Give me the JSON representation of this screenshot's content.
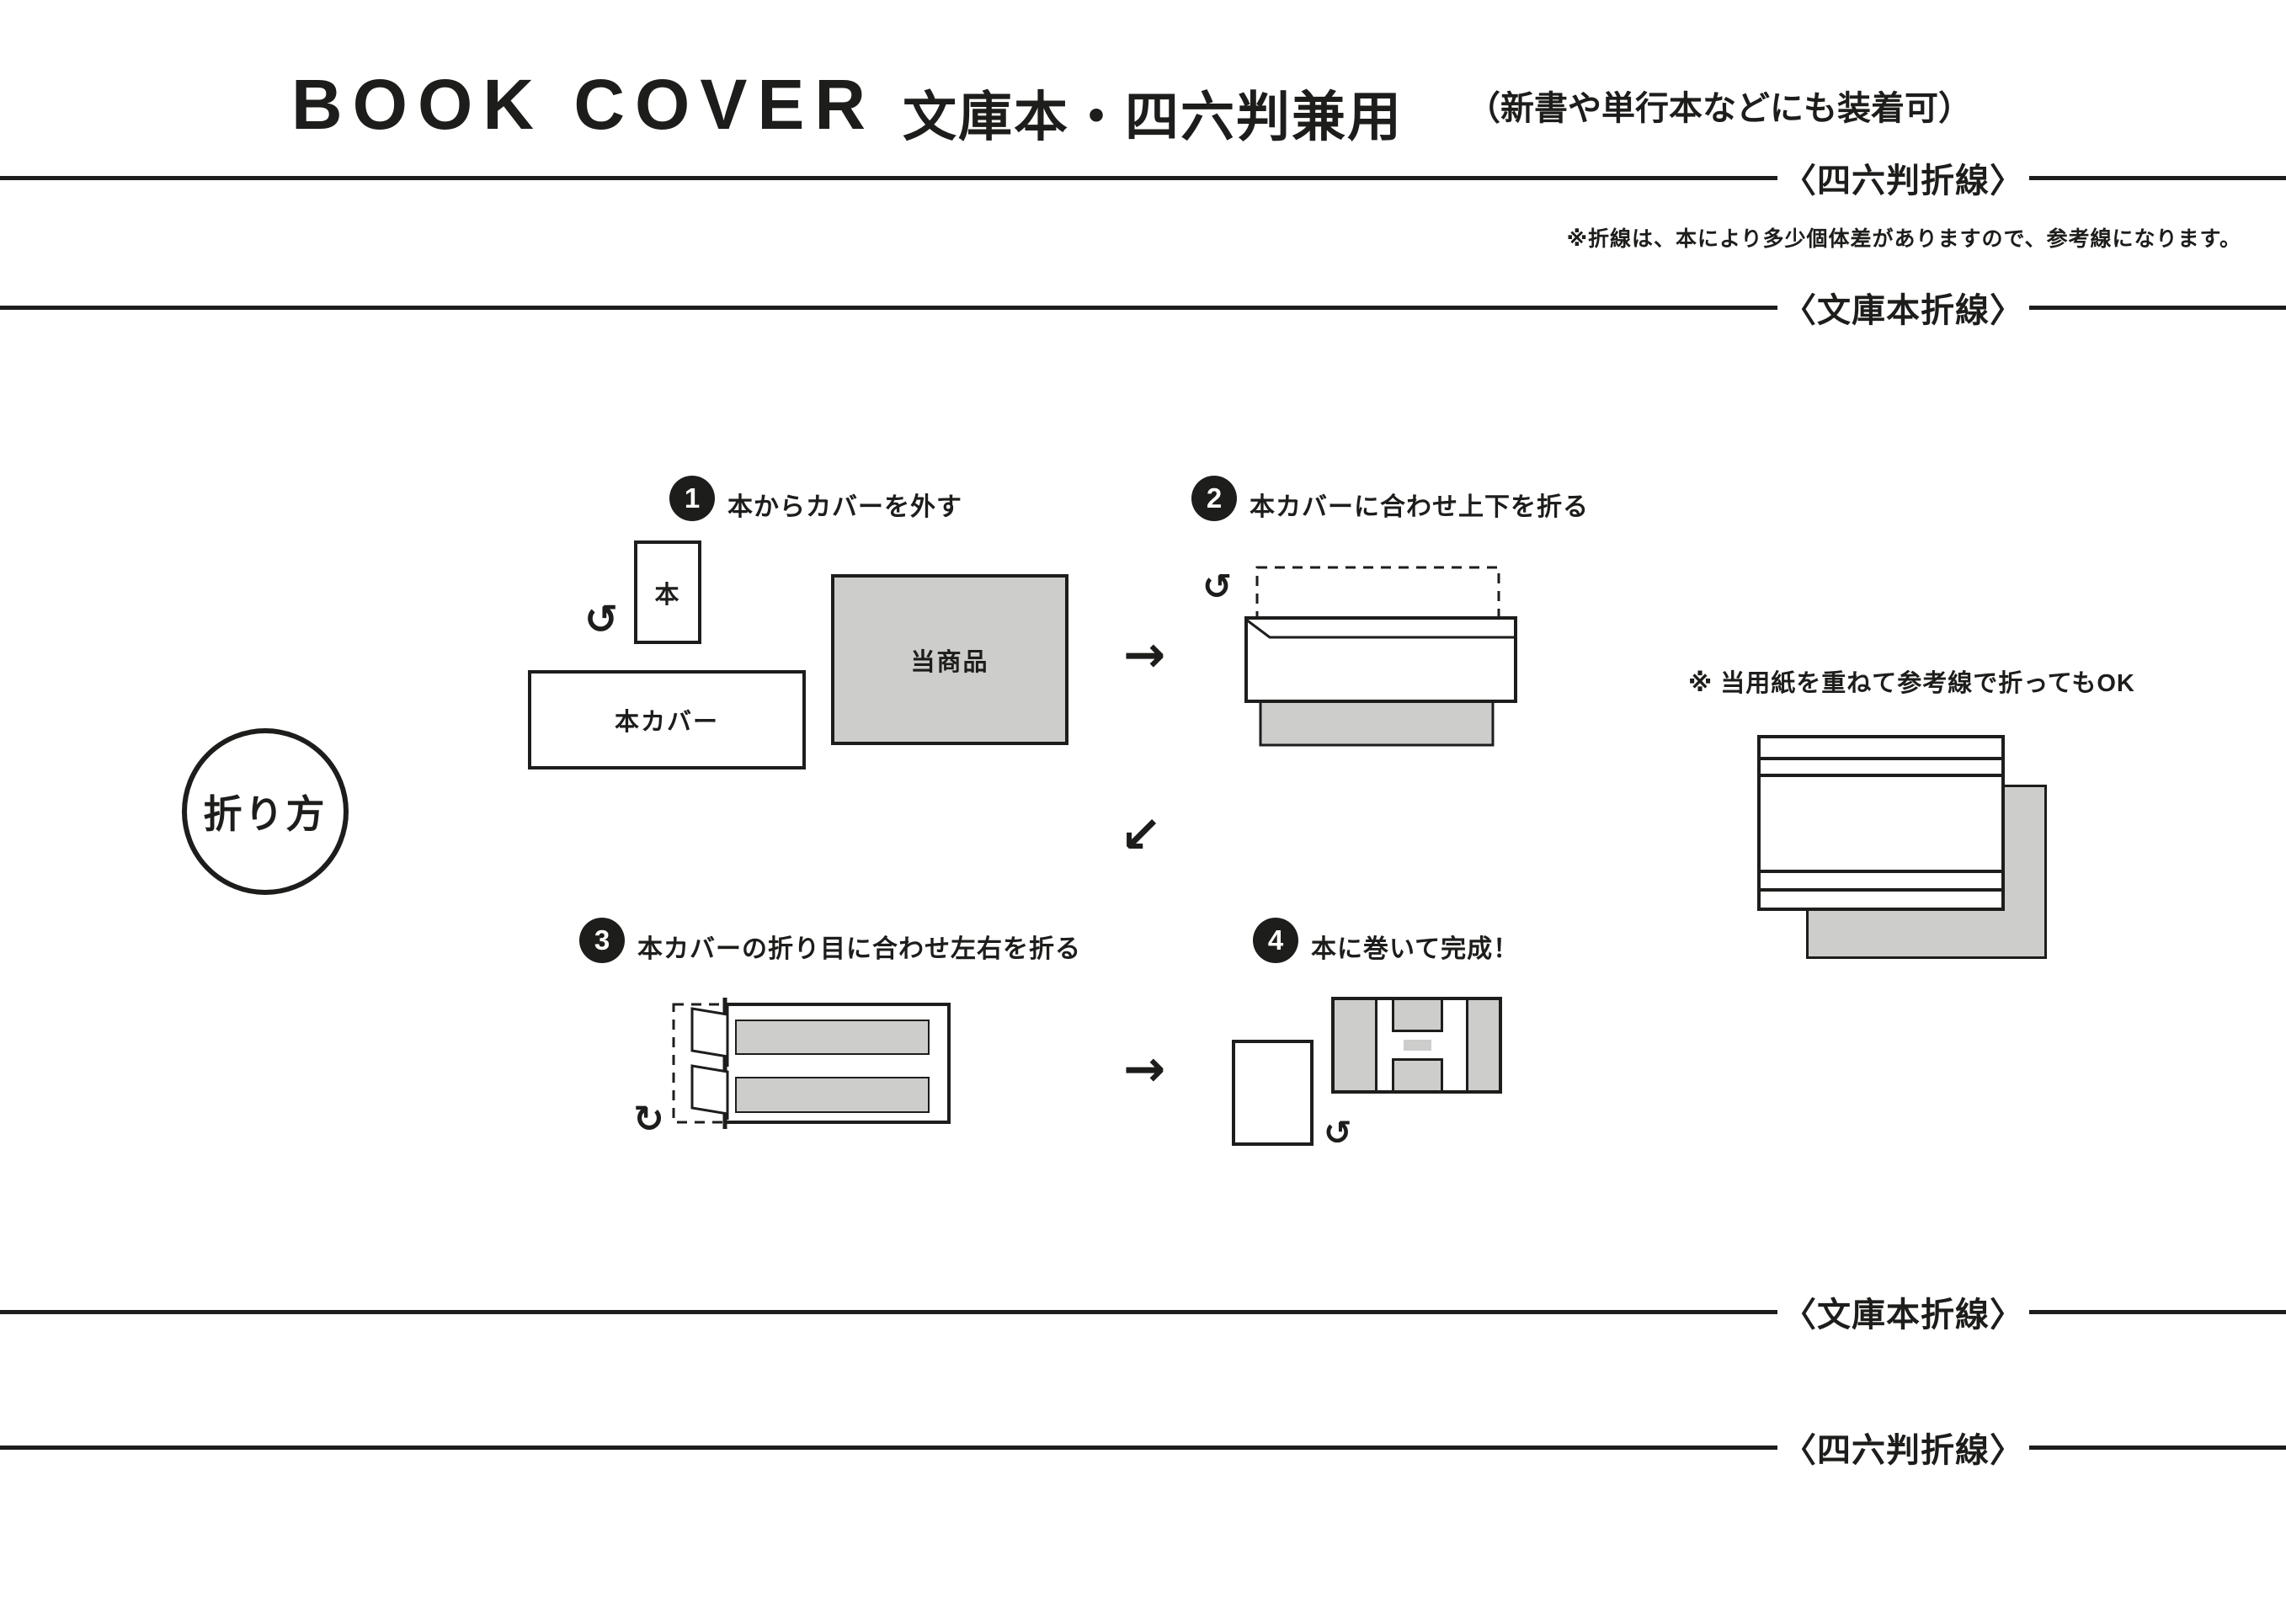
{
  "colors": {
    "ink": "#1d1d1b",
    "gray": "#cdcdcb",
    "paper": "#ffffff"
  },
  "header": {
    "title_en": "BOOK COVER",
    "title_jp": "文庫本・四六判兼用",
    "subtitle": "（新書や単行本などにも装着可）"
  },
  "fold_lines": [
    {
      "label": "〈四六判折線〉"
    },
    {
      "label": "〈文庫本折線〉"
    },
    {
      "label": "〈文庫本折線〉"
    },
    {
      "label": "〈四六判折線〉"
    }
  ],
  "disclaimer": "※折線は、本により多少個体差がありますので、参考線になります。",
  "fold_badge": "折り方",
  "steps": [
    {
      "num": "1",
      "label": "本からカバーを外す"
    },
    {
      "num": "2",
      "label": "本カバーに合わせ上下を折る"
    },
    {
      "num": "3",
      "label": "本カバーの折り目に合わせ左右を折る"
    },
    {
      "num": "4",
      "label": "本に巻いて完成！"
    }
  ],
  "labels": {
    "book": "本",
    "book_cover": "本カバー",
    "product": "当商品"
  },
  "side_note": "※ 当用紙を重ねて参考線で折ってもOK",
  "arrows": {
    "right": "→",
    "down_left": "↙",
    "remove_cover": "↺",
    "fold_top": "↺",
    "fold_left": "↻",
    "wrap": "↺"
  }
}
